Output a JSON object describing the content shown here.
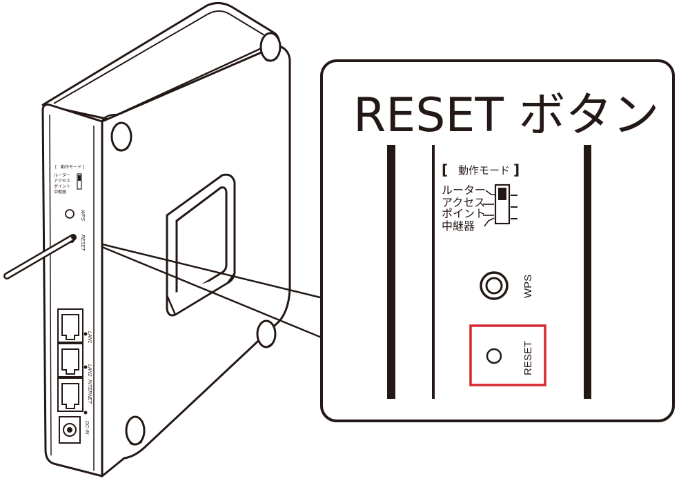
{
  "callout": {
    "title": "RESET ボタン",
    "mode_header_left": "[",
    "mode_header_text": "動作モード",
    "mode_header_right": "]",
    "mode_options": [
      "ルーター",
      "アクセス",
      "ポイント",
      "中継器"
    ],
    "wps_label": "WPS",
    "reset_label": "RESET",
    "highlight_color": "#d7272e"
  },
  "device": {
    "mode_header_text": "動作モード",
    "mode_options": [
      "ルーター",
      "アクセス",
      "ポイント",
      "中継器"
    ],
    "wps_label": "WPS",
    "reset_label": "RESET",
    "ports": [
      "LAN1",
      "LAN2",
      "INTERNET"
    ],
    "power_label": "DC-IN"
  }
}
